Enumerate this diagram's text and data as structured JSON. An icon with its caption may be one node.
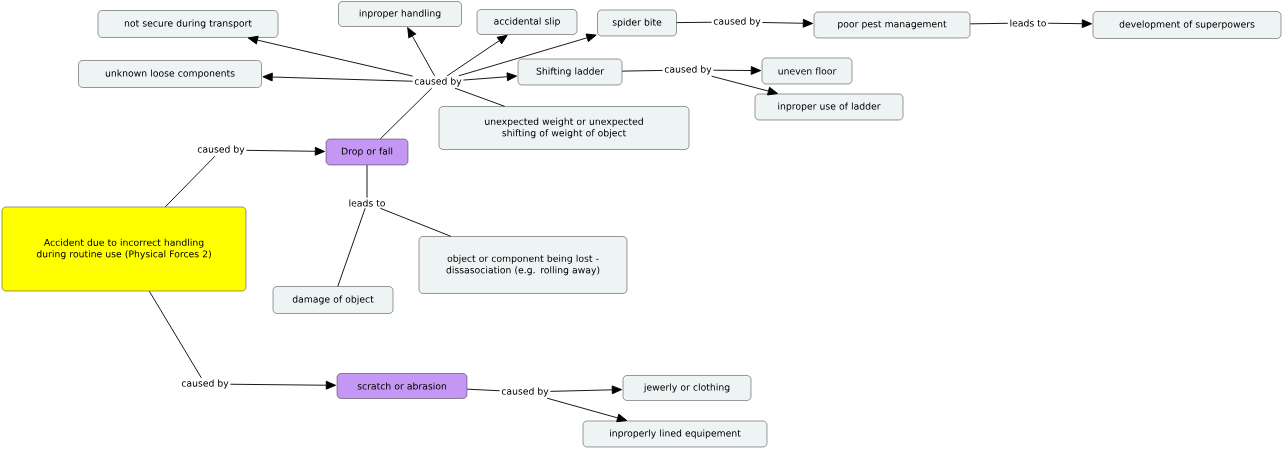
{
  "diagram": {
    "nodes": [
      {
        "text": [
          "Accident due to incorrect handling during routine use (Physical Forces 2)"
        ]
      },
      {
        "text": [
          "caused by"
        ]
      },
      {
        "text": [
          "Drop or fall"
        ]
      },
      {
        "text": [
          "caused by"
        ]
      },
      {
        "text": [
          "not secure during transport"
        ]
      },
      {
        "text": [
          "inproper handling"
        ]
      },
      {
        "text": [
          "accidental slip"
        ]
      },
      {
        "text": [
          "spider bite"
        ]
      },
      {
        "text": [
          "unknown loose components"
        ]
      },
      {
        "text": [
          "Shifting ladder"
        ]
      },
      {
        "text": [
          "unexpected weight or unexpected shifting of weight of object"
        ]
      },
      {
        "text": [
          "caused by"
        ]
      },
      {
        "text": [
          "uneven floor"
        ]
      },
      {
        "text": [
          "inproper use of ladder"
        ]
      },
      {
        "text": [
          "caused by"
        ]
      },
      {
        "text": [
          "poor pest management"
        ]
      },
      {
        "text": [
          "leads to"
        ]
      },
      {
        "text": [
          "development of superpowers"
        ]
      },
      {
        "text": [
          "leads to"
        ]
      },
      {
        "text": [
          "damage of object"
        ]
      },
      {
        "text": [
          "object or component being lost - dissasociation (e.g. rolling away)"
        ]
      },
      {
        "text": [
          "caused by"
        ]
      },
      {
        "text": [
          "scratch or abrasion"
        ]
      },
      {
        "text": [
          "caused by"
        ]
      },
      {
        "text": [
          "jewerly or clothing"
        ]
      },
      {
        "text": [
          "inproperly lined equipement"
        ]
      }
    ],
    "edges": [
      {
        "from": 0,
        "to": 1,
        "arrow": "none"
      },
      {
        "from": 1,
        "to": 2,
        "arrow": "to"
      },
      {
        "from": 2,
        "to": 3,
        "arrow": "none"
      },
      {
        "from": 3,
        "to": 4,
        "arrow": "to"
      },
      {
        "from": 3,
        "to": 5,
        "arrow": "to"
      },
      {
        "from": 3,
        "to": 6,
        "arrow": "to"
      },
      {
        "from": 3,
        "to": 7,
        "arrow": "to"
      },
      {
        "from": 3,
        "to": 8,
        "arrow": "to"
      },
      {
        "from": 3,
        "to": 9,
        "arrow": "to"
      },
      {
        "from": 3,
        "to": 10,
        "arrow": "none"
      },
      {
        "from": 9,
        "to": 11,
        "arrow": "none"
      },
      {
        "from": 11,
        "to": 12,
        "arrow": "to"
      },
      {
        "from": 11,
        "to": 13,
        "arrow": "to"
      },
      {
        "from": 7,
        "to": 14,
        "arrow": "none"
      },
      {
        "from": 14,
        "to": 15,
        "arrow": "to"
      },
      {
        "from": 15,
        "to": 16,
        "arrow": "none"
      },
      {
        "from": 16,
        "to": 17,
        "arrow": "to"
      },
      {
        "from": 2,
        "to": 18,
        "arrow": "none"
      },
      {
        "from": 18,
        "to": 19,
        "arrow": "none"
      },
      {
        "from": 18,
        "to": 20,
        "arrow": "none"
      },
      {
        "from": 0,
        "to": 21,
        "arrow": "none"
      },
      {
        "from": 21,
        "to": 22,
        "arrow": "to"
      },
      {
        "from": 22,
        "to": 23,
        "arrow": "none"
      },
      {
        "from": 23,
        "to": 24,
        "arrow": "to"
      },
      {
        "from": 23,
        "to": 25,
        "arrow": "to"
      }
    ]
  }
}
